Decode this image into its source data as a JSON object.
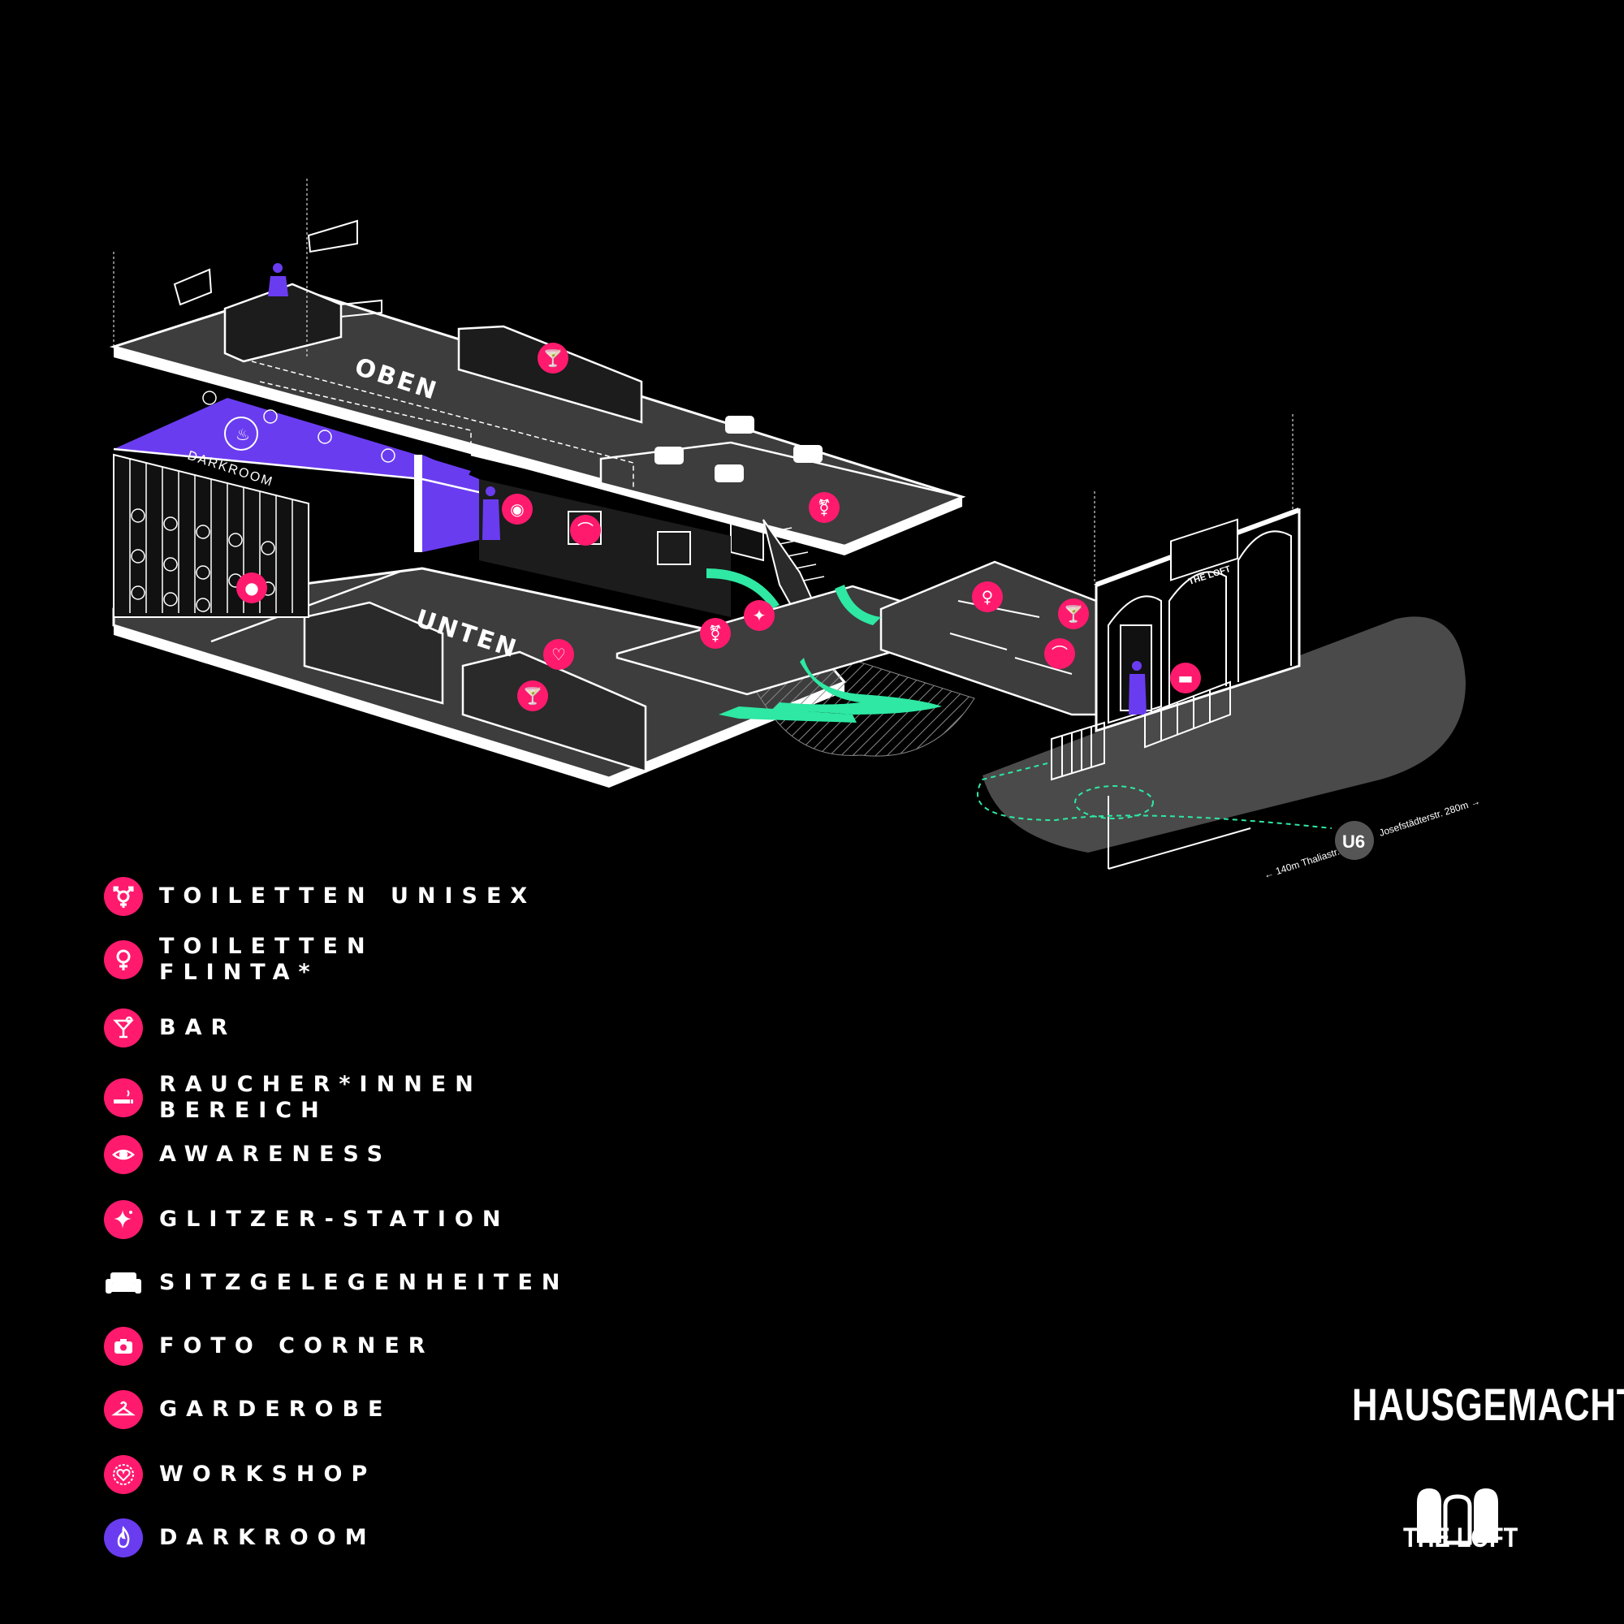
{
  "map": {
    "floor_upper": "OBEN",
    "floor_lower": "UNTEN",
    "darkroom_label": "DARKROOM",
    "sign_label": "THE LOFT",
    "metro_line": "U6",
    "dir_left": "← 140m Thaliastr.",
    "dir_right": "Josefstädterstr. 280m →"
  },
  "legend": [
    {
      "icon": "transgender-symbol-icon",
      "label": "TOILETTEN UNISEX",
      "color": "#ff1a6e"
    },
    {
      "icon": "female-symbol-icon",
      "label": "TOILETTEN\nFLINTA*",
      "color": "#ff1a6e"
    },
    {
      "icon": "cocktail-glass-icon",
      "label": "BAR",
      "color": "#ff1a6e"
    },
    {
      "icon": "cigarette-icon",
      "label": "RAUCHER*INNEN\nBEREICH",
      "color": "#ff1a6e"
    },
    {
      "icon": "eye-icon",
      "label": "AWARENESS",
      "color": "#ff1a6e"
    },
    {
      "icon": "sparkle-icon",
      "label": "GLITZER-STATION",
      "color": "#ff1a6e"
    },
    {
      "icon": "sofa-icon",
      "label": "SITZGELEGENHEITEN",
      "color": "#ffffff"
    },
    {
      "icon": "camera-icon",
      "label": "FOTO CORNER",
      "color": "#ff1a6e"
    },
    {
      "icon": "hanger-icon",
      "label": "GARDEROBE",
      "color": "#ff1a6e"
    },
    {
      "icon": "heart-badge-icon",
      "label": "WORKSHOP",
      "color": "#ff1a6e"
    },
    {
      "icon": "flame-icon",
      "label": "DARKROOM",
      "color": "#6a3cf0"
    }
  ],
  "brand": {
    "hausgemacht": "HAUSGEMACHT",
    "theloft": "THE LOFT"
  }
}
